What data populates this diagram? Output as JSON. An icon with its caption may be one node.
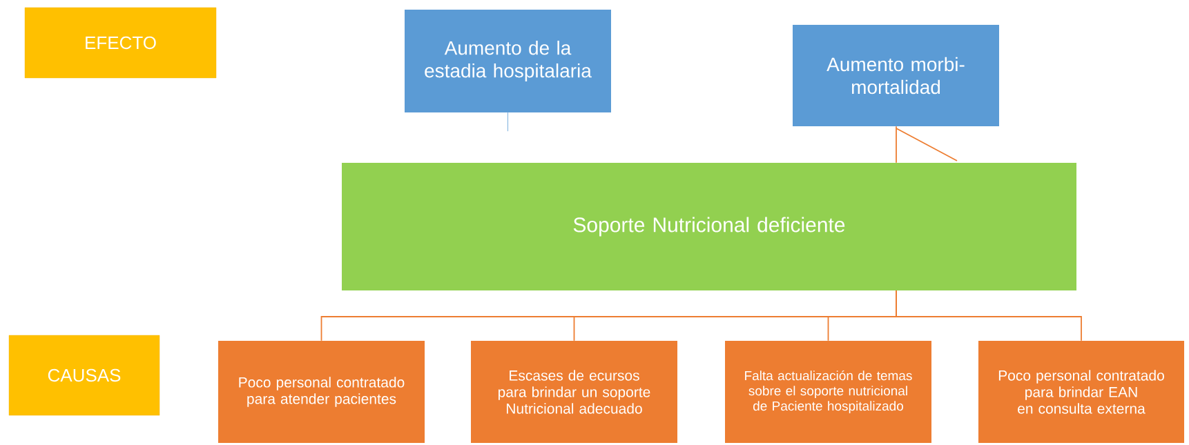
{
  "diagram": {
    "nodes": [
      {
        "text": [
          "EFECTO"
        ]
      },
      {
        "text": [
          "Aumento de la estadia hospitalaria"
        ]
      },
      {
        "text": [
          "Aumento morbi-mortalidad"
        ]
      },
      {
        "text": [
          "Soporte Nutricional deficiente"
        ]
      },
      {
        "text": [
          "CAUSAS"
        ]
      },
      {
        "text": [
          "Poco personal contratado para atender pacientes"
        ]
      },
      {
        "text": [
          "Escases de ecursos para brindar un soporte Nutricional adecuado"
        ]
      },
      {
        "text": [
          "Falta actualización de temas sobre el soporte nutricional de Paciente hospitalizado"
        ]
      },
      {
        "text": [
          "Poco personal contratado para brindar EAN en consulta externa"
        ]
      }
    ],
    "edges": [
      {
        "from": 1,
        "to": null,
        "arrow": "none",
        "color": "#5b9bd5"
      },
      {
        "from": 2,
        "to": 3,
        "arrow": "none"
      },
      {
        "from": 3,
        "to": 5,
        "arrow": "none"
      },
      {
        "from": 3,
        "to": 6,
        "arrow": "none"
      },
      {
        "from": 3,
        "to": 7,
        "arrow": "none"
      },
      {
        "from": 3,
        "to": 8,
        "arrow": "none"
      }
    ]
  }
}
